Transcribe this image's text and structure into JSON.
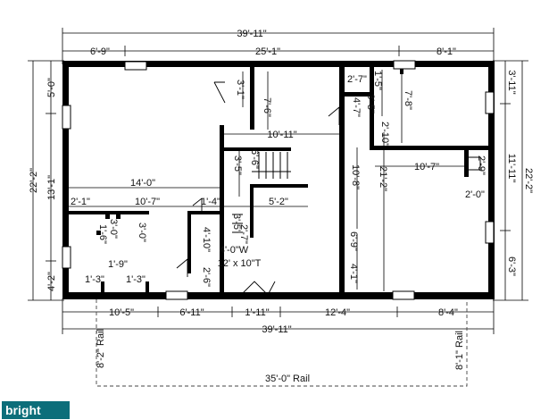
{
  "plan": {
    "dims": {
      "overall_top": "39'-11\"",
      "top_left": "6'-9\"",
      "top_mid": "25'-1\"",
      "top_right": "8'-1\"",
      "overall_bottom": "39'-11\"",
      "bot_1": "10'-5\"",
      "bot_2": "6'-11\"",
      "bot_3": "1'-11\"",
      "bot_4": "12'-4\"",
      "bot_5": "8'-4\"",
      "left_overall": "22'-2\"",
      "left_upper": "13'-1\"",
      "left_top": "5'-0\"",
      "left_bottom": "4'-2\"",
      "right_overall": "22'-2\"",
      "right_mid": "11'-11\"",
      "right_top": "3'-11\"",
      "right_bottom": "6'-3\""
    },
    "rooms": {
      "r14_0": "14'-0\"",
      "r10_11": "10'-11\"",
      "r10_7a": "10'-7\"",
      "r2_1": "2'-1\"",
      "r1_4": "1'-4\"",
      "r5_2": "5'-2\"",
      "r3_1": "3'-1\"",
      "r7_6": "7'-6\"",
      "r2_7": "2'-7\"",
      "r4_7": "4'-7\"",
      "r3_5a": "3'-5\"",
      "r1_5": "1'-5\"",
      "r7_8": "7'-8\"",
      "r2_10": "2'-10\"",
      "r10_7b": "10'-7\"",
      "r21_2": "21'-2\"",
      "r10_8": "10'-8\"",
      "r2_9": "2'-9\"",
      "r2_0": "2'-0\"",
      "r6_6": "6'-6\"",
      "r3_5b": "3'-5\"",
      "r3_5c": "3'-5\"",
      "r2_7b": "2'-7\"",
      "r3_0a": "3'-0\"",
      "r1_6": "1'-6\"",
      "r3_0b": "3'-0\"",
      "r1_9": "1'-9\"",
      "r4_10": "4'-10\"",
      "r4_0w": "4'-0\"W",
      "r12x10": "12' x 10\"T",
      "r2_6": "2'-6\"",
      "r1_3a": "1'-3\"",
      "r1_3b": "1'-3\"",
      "r6_9": "6'-9\"",
      "r4_1": "4'-1\""
    },
    "rail": {
      "left": "8'-2\" Rail",
      "right": "8'-1\" Rail",
      "bottom": "35'-0\" Rail"
    }
  },
  "watermark": "bright"
}
